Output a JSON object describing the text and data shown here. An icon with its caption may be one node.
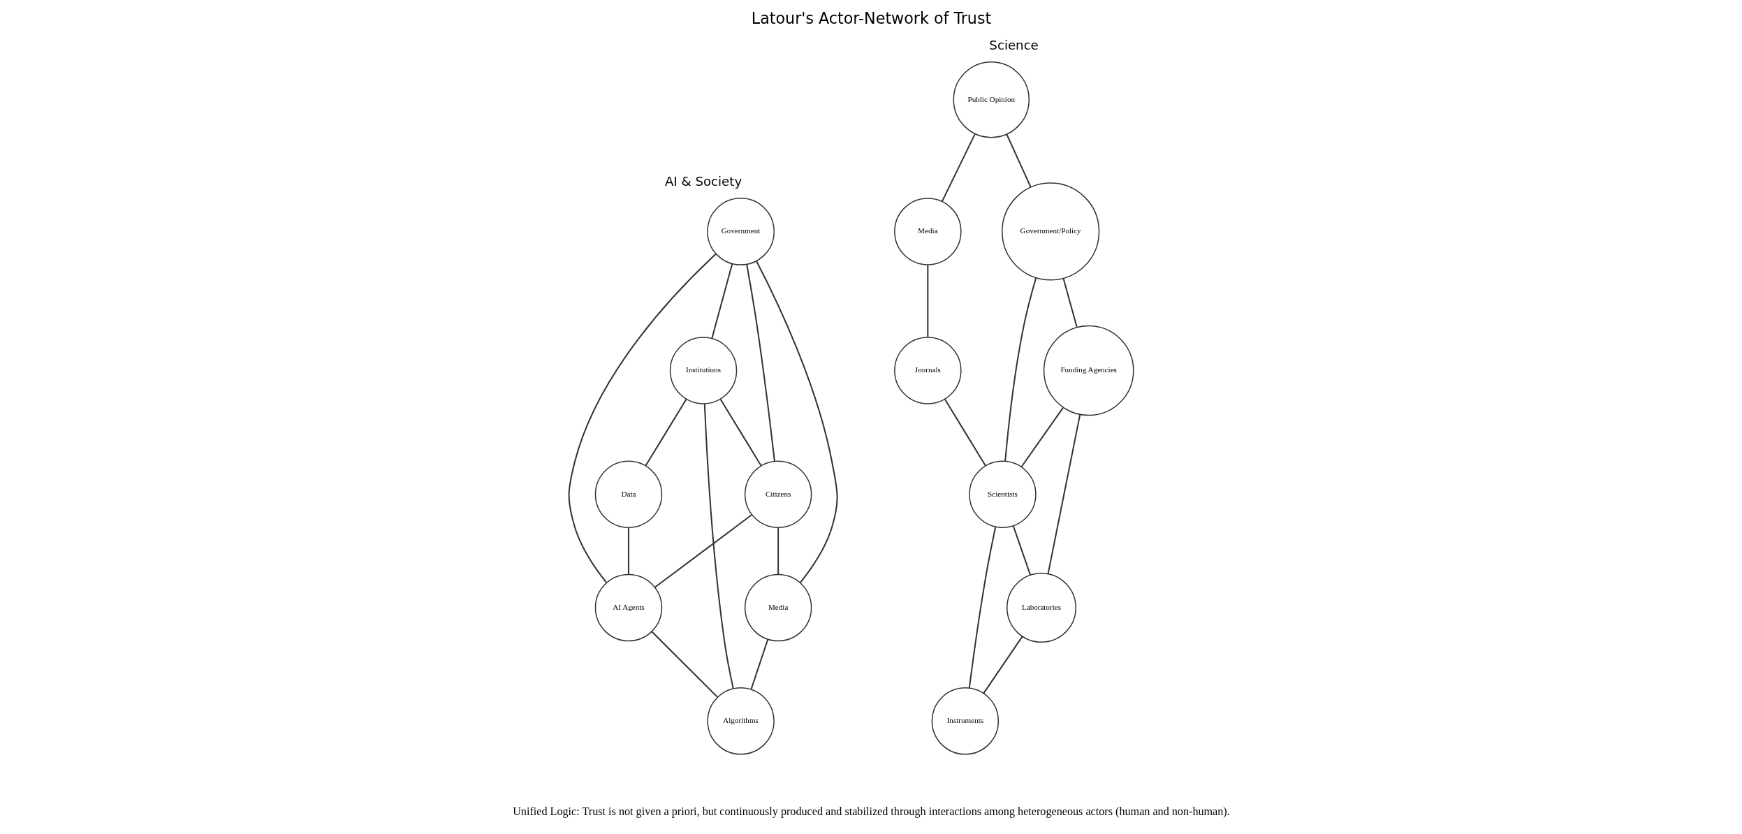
{
  "diagram": {
    "title": "Latour's Actor-Network of Trust",
    "nodes": [
      {
        "text": [
          "Media"
        ]
      },
      {
        "text": [
          "Public Opinion"
        ]
      },
      {
        "text": [
          "Journals"
        ]
      },
      {
        "text": [
          "Government/Policy"
        ]
      },
      {
        "text": [
          "Scientists"
        ]
      },
      {
        "text": [
          "Funding Agencies"
        ]
      },
      {
        "text": [
          "Laboratories"
        ]
      },
      {
        "text": [
          "Instruments"
        ]
      },
      {
        "text": [
          "Government"
        ]
      },
      {
        "text": [
          "Institutions"
        ]
      },
      {
        "text": [
          "Citizens"
        ]
      },
      {
        "text": [
          "Media"
        ]
      },
      {
        "text": [
          "Data"
        ]
      },
      {
        "text": [
          "AI Agents"
        ]
      },
      {
        "text": [
          "Algorithms"
        ]
      }
    ],
    "edges": [
      {
        "from": 1,
        "to": 0,
        "arrow": "none"
      },
      {
        "from": 0,
        "to": 2,
        "arrow": "none"
      },
      {
        "from": 1,
        "to": 3,
        "arrow": "none"
      },
      {
        "from": 2,
        "to": 4,
        "arrow": "none"
      },
      {
        "from": 3,
        "to": 4,
        "arrow": "none"
      },
      {
        "from": 3,
        "to": 5,
        "arrow": "none"
      },
      {
        "from": 5,
        "to": 4,
        "arrow": "none"
      },
      {
        "from": 5,
        "to": 6,
        "arrow": "none"
      },
      {
        "from": 4,
        "to": 6,
        "arrow": "none"
      },
      {
        "from": 4,
        "to": 7,
        "arrow": "none"
      },
      {
        "from": 6,
        "to": 7,
        "arrow": "none"
      },
      {
        "from": 8,
        "to": 9,
        "arrow": "none"
      },
      {
        "from": 8,
        "to": 13,
        "arrow": "none"
      },
      {
        "from": 8,
        "to": 10,
        "arrow": "none"
      },
      {
        "from": 8,
        "to": 11,
        "arrow": "none"
      },
      {
        "from": 9,
        "to": 10,
        "arrow": "none"
      },
      {
        "from": 10,
        "to": 11,
        "arrow": "none"
      },
      {
        "from": 9,
        "to": 12,
        "arrow": "none"
      },
      {
        "from": 9,
        "to": 14,
        "arrow": "none"
      },
      {
        "from": 10,
        "to": 13,
        "arrow": "none"
      },
      {
        "from": 12,
        "to": 13,
        "arrow": "none"
      },
      {
        "from": 13,
        "to": 14,
        "arrow": "none"
      },
      {
        "from": 11,
        "to": 14,
        "arrow": "none"
      }
    ],
    "labels": [
      "Science",
      "AI & Society",
      "Unified Logic: Trust is not given a priori, but continuously produced and stabilized through interactions among heterogeneous actors (human and non-human)."
    ]
  }
}
